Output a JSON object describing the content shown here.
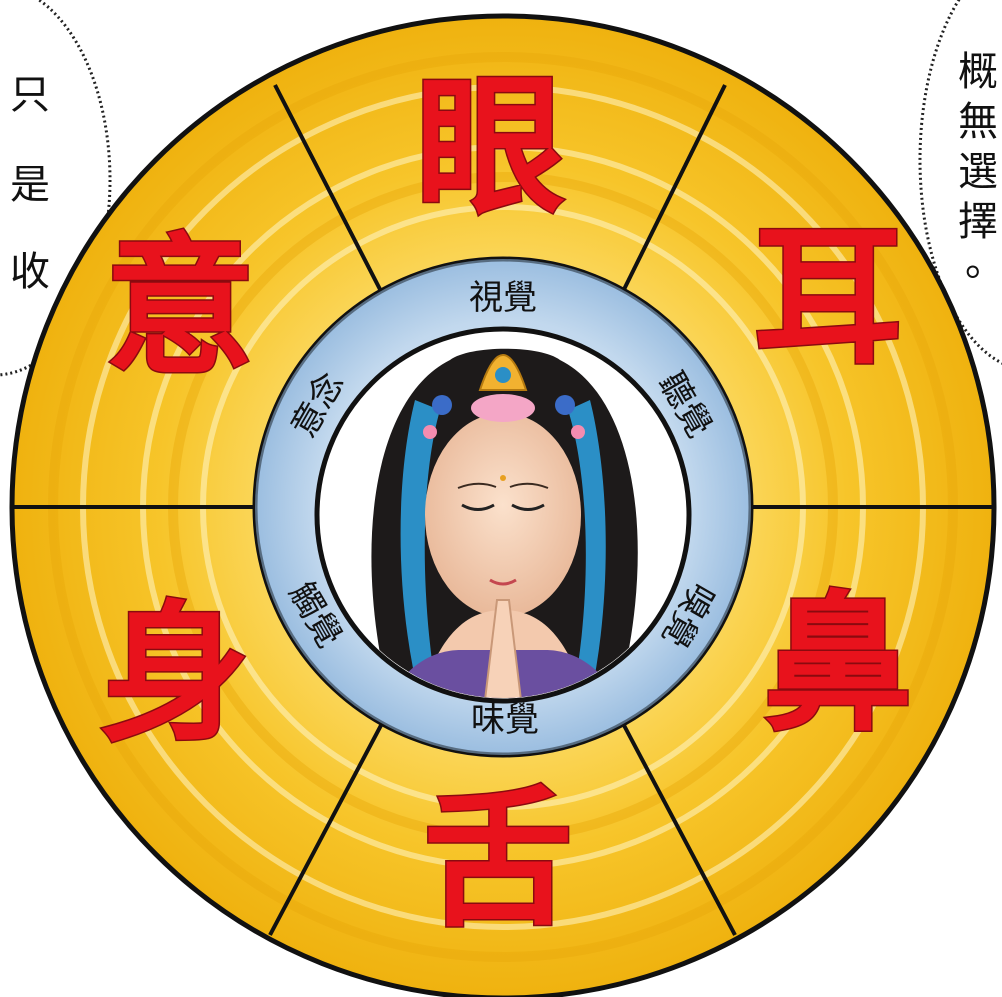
{
  "wheel": {
    "outer_segments": [
      "眼",
      "耳",
      "鼻",
      "舌",
      "身",
      "意"
    ],
    "inner_segments": [
      "視覺",
      "聽覺",
      "嗅覺",
      "味覺",
      "觸覺",
      "意念"
    ]
  },
  "bubble_left": {
    "chars": [
      "只",
      "是",
      "收"
    ]
  },
  "bubble_right": {
    "chars": [
      "概",
      "無",
      "選",
      "擇",
      "。"
    ]
  },
  "colors": {
    "outer_ring": "#f5c518",
    "outer_ring_light": "#fde27a",
    "inner_ring": "#a9c8e6",
    "big_text": "#e8121c",
    "lines": "#111111"
  },
  "center_icon": "bodhisattva-portrait"
}
